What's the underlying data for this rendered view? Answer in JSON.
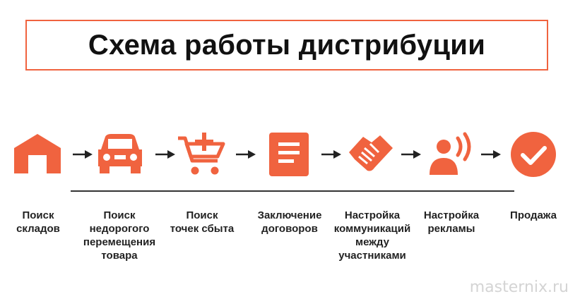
{
  "title": "Схема работы дистрибуции",
  "accent_color": "#f0633f",
  "steps": [
    {
      "icon": "warehouse-icon",
      "label": "Поиск\nскладов"
    },
    {
      "icon": "car-icon",
      "label": "Поиск\nнедорогого\nперемещения\nтовара"
    },
    {
      "icon": "cart-plus-icon",
      "label": "Поиск\nточек сбыта"
    },
    {
      "icon": "document-icon",
      "label": "Заключение\nдоговоров"
    },
    {
      "icon": "handshake-icon",
      "label": "Настройка\nкоммуникаций\nмежду\nучастниками"
    },
    {
      "icon": "person-broadcast-icon",
      "label": "Настройка\nрекламы"
    },
    {
      "icon": "check-circle-icon",
      "label": "Продажа"
    }
  ],
  "watermark": "masternix.ru"
}
